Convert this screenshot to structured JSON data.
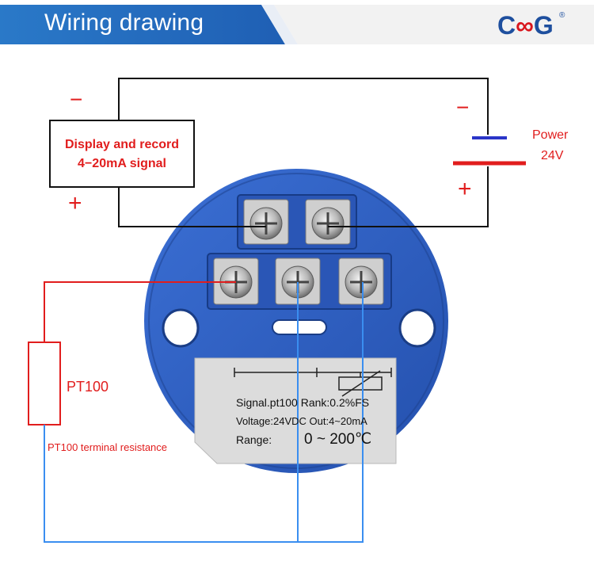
{
  "header": {
    "title": "Wiring drawing",
    "logo": {
      "c": "C",
      "o": "∞",
      "g": "G",
      "reg": "®"
    }
  },
  "display": {
    "line1": "Display and record",
    "line2": "4−20mA signal",
    "minus": "−",
    "plus": "+"
  },
  "power": {
    "label": "Power",
    "voltage": "24V",
    "minus": "−",
    "plus": "+"
  },
  "sensor": {
    "label": "PT100",
    "caption": "PT100 terminal resistance"
  },
  "nameplate": {
    "line1": "Signal.pt100 Rank:0.2%FS",
    "line2": "Voltage:24VDC Out:4~20mA",
    "range_label": "Range:",
    "range_value": "0 ~ 200℃"
  },
  "colors": {
    "header_blue": "#2a79c8",
    "module_blue": "#2f5fc0",
    "wire_black": "#111111",
    "wire_red": "#e11d1d",
    "wire_blue": "#3a8ef0",
    "battery_blue": "#2a35c8",
    "battery_red": "#e11d1d"
  }
}
